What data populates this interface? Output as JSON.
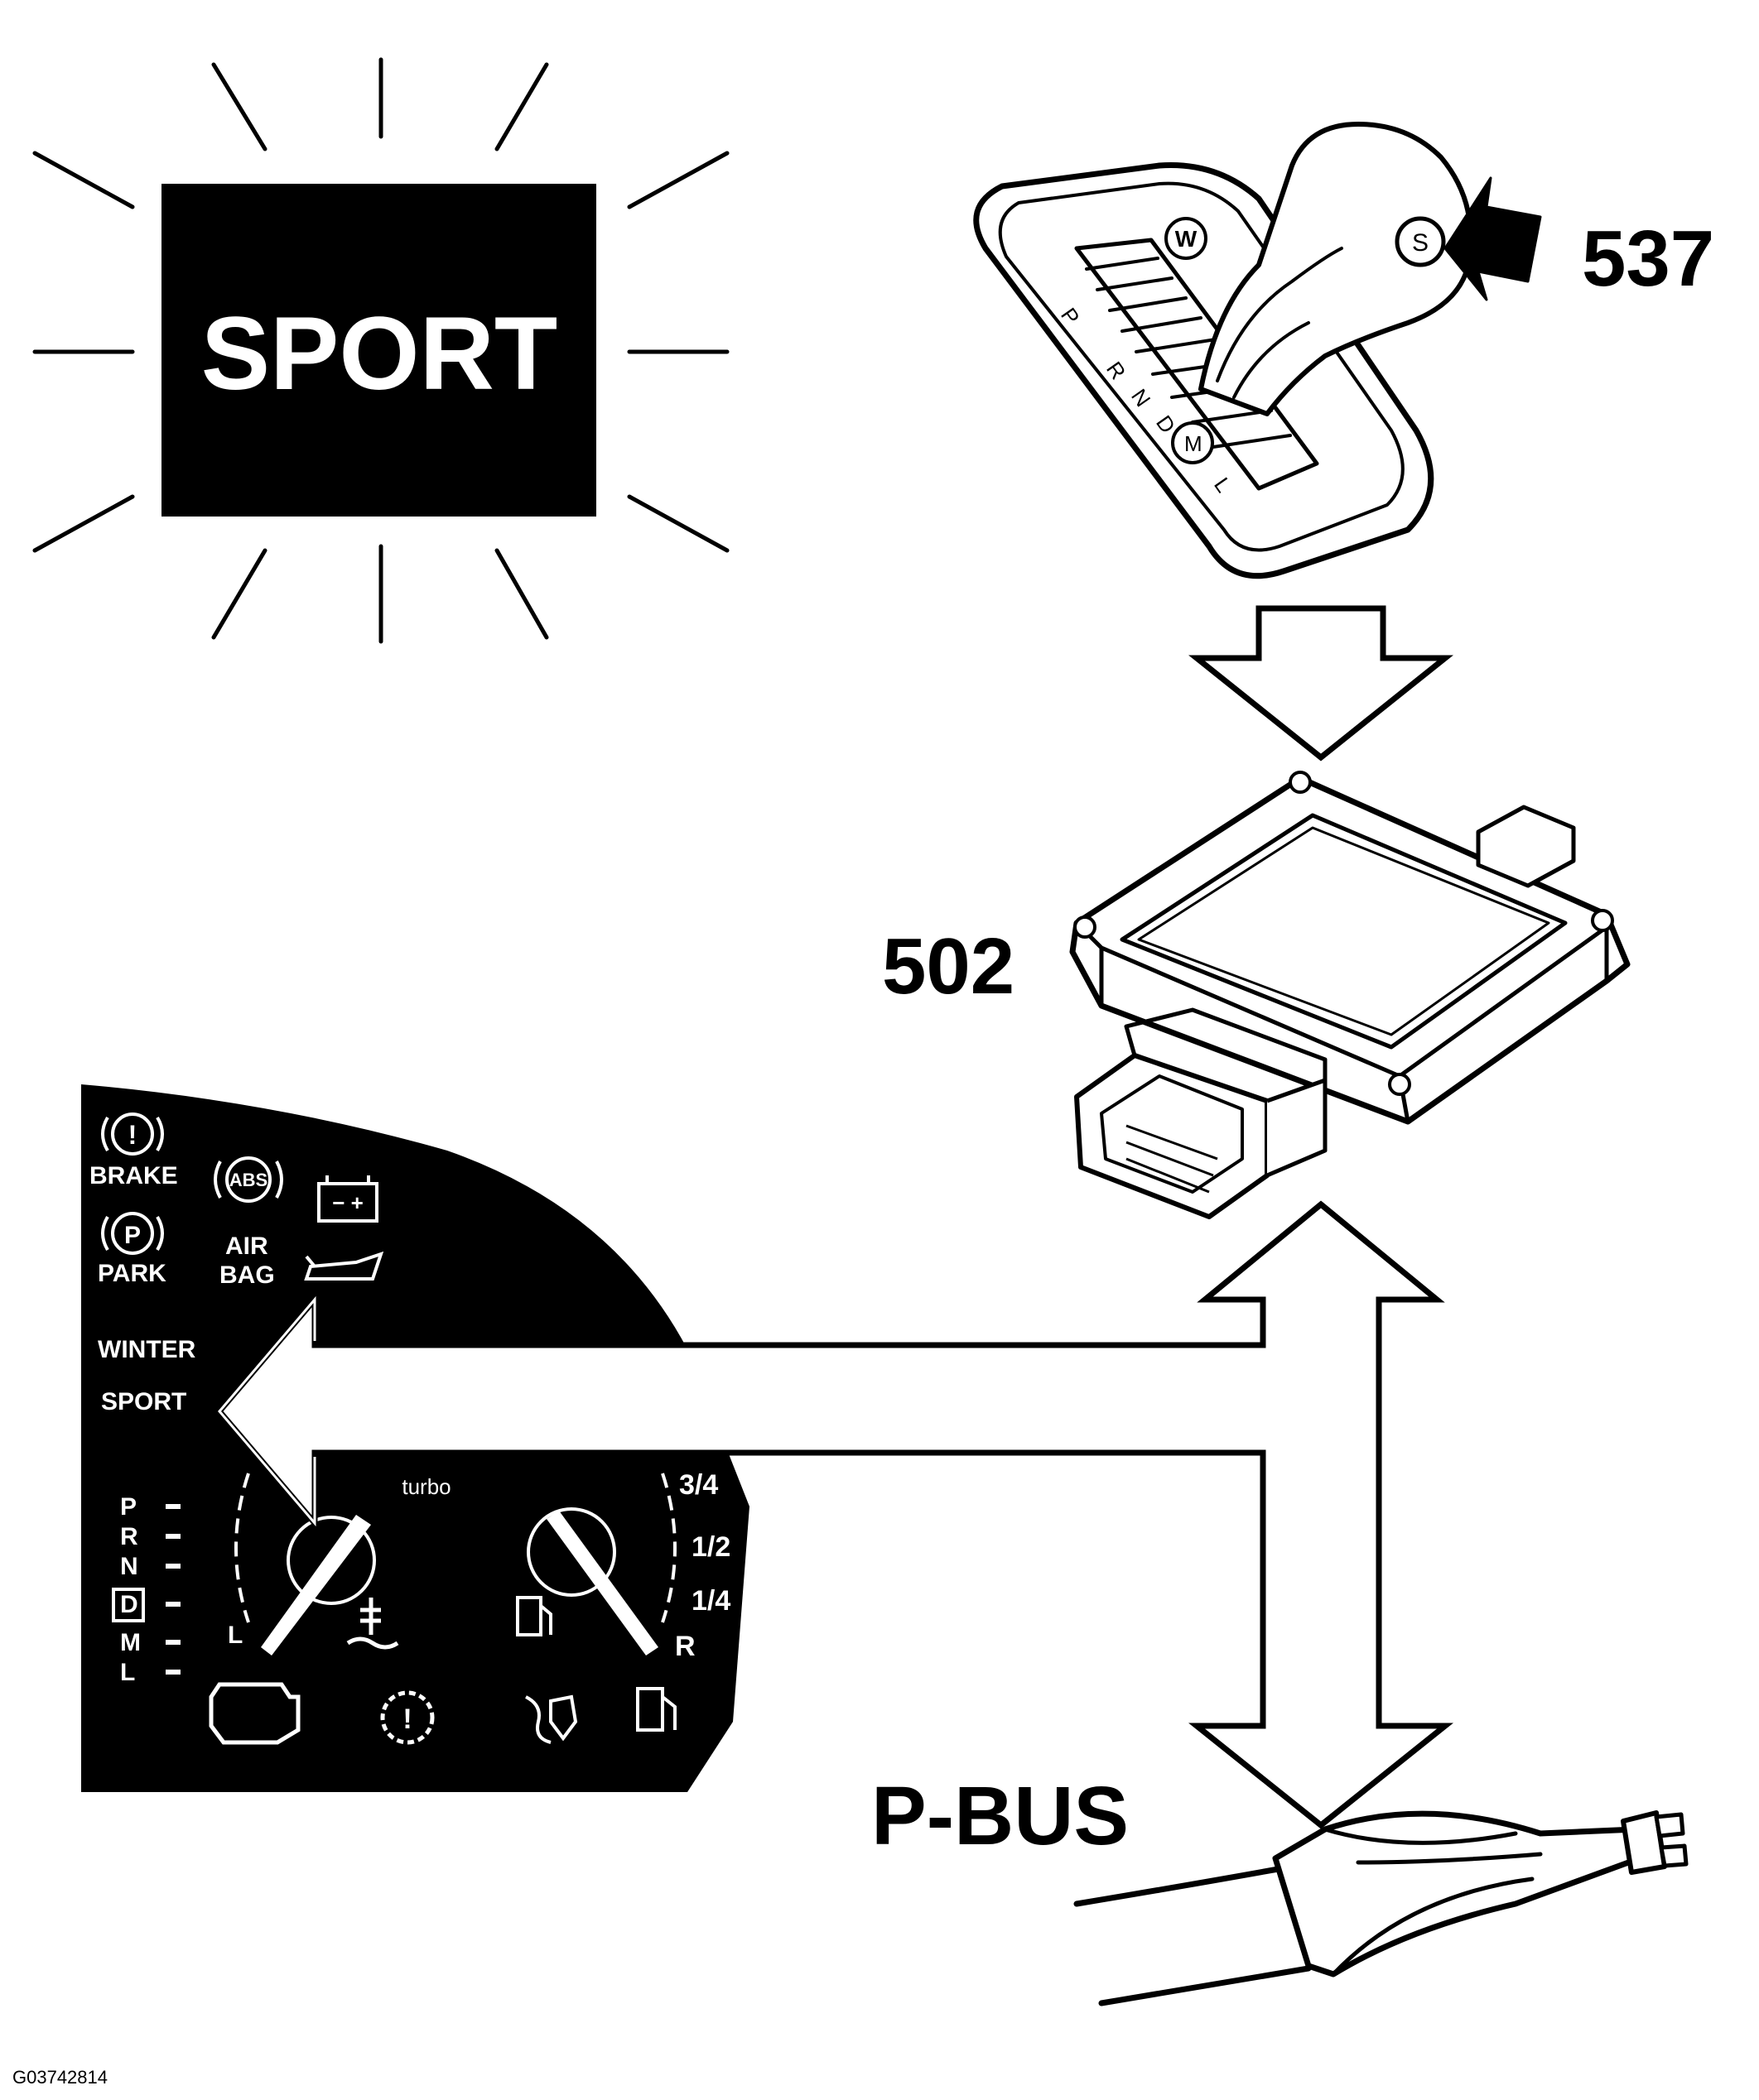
{
  "indicator": {
    "label": "SPORT"
  },
  "callouts": {
    "selector": "537",
    "control_module": "502",
    "bus": "P-BUS"
  },
  "selector_markings": {
    "winter_button": "W",
    "sport_button": "S",
    "gear_letters": [
      "P",
      "R",
      "N",
      "D",
      "M",
      "L"
    ]
  },
  "instrument_cluster": {
    "warning_labels": [
      "BRAKE",
      "PARK",
      "AIR",
      "BAG"
    ],
    "abs_label": "ABS",
    "mode_labels": [
      "WINTER",
      "SPORT"
    ],
    "gear_display": [
      "P",
      "R",
      "N",
      "D",
      "M",
      "L"
    ],
    "boost_label": "turbo",
    "fuel_marks": [
      "3/4",
      "1/2",
      "1/4",
      "R"
    ],
    "boost_mark": "L"
  },
  "figure_id": "G03742814",
  "colors": {
    "ink": "#000000",
    "paper": "#ffffff"
  }
}
